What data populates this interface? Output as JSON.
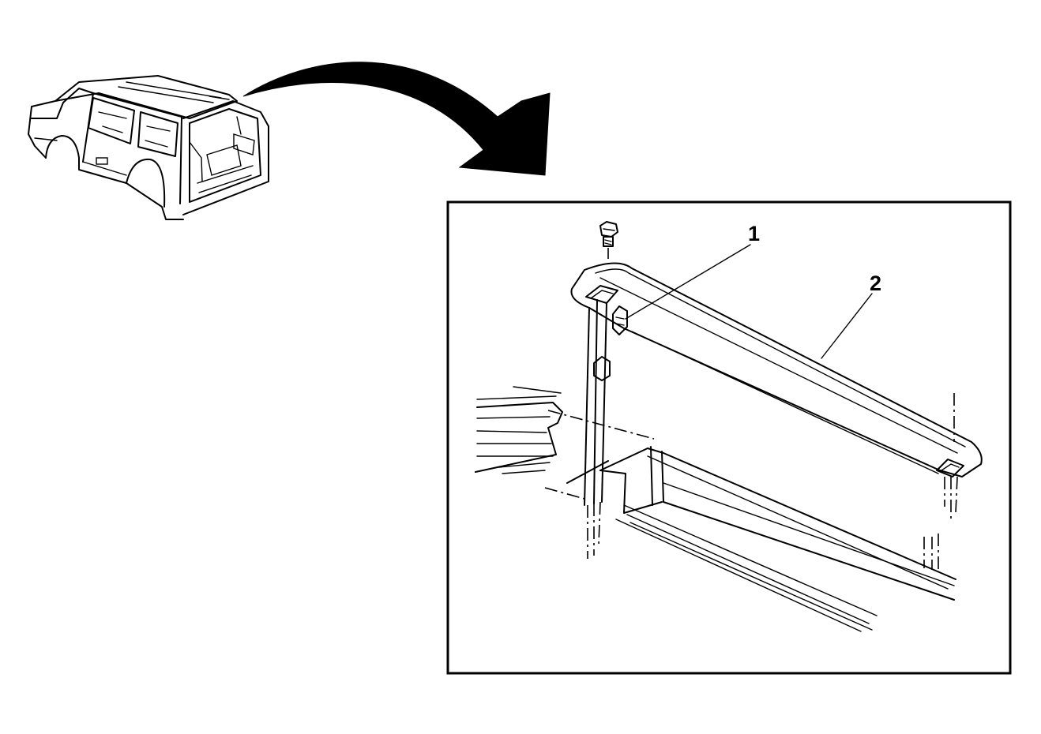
{
  "callouts": [
    {
      "number": "1",
      "target": "fastener-nut"
    },
    {
      "number": "2",
      "target": "interior-trim-panel"
    }
  ],
  "colors": {
    "line": "#000000",
    "background": "#ffffff"
  }
}
